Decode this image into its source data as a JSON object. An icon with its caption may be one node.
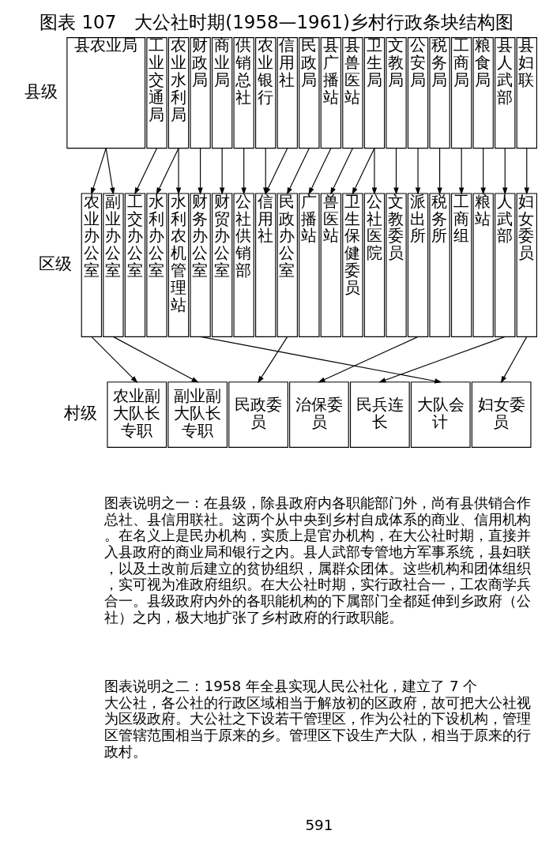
{
  "diagram": {
    "title": "图表 107　大公社时期(1958—1961)乡村行政条块结构图",
    "nodes": [
      {
        "text": [
          "县农业局"
        ]
      },
      {
        "text": [
          "工业交通局"
        ]
      },
      {
        "text": [
          "农业水利局"
        ]
      },
      {
        "text": [
          "财政局"
        ]
      },
      {
        "text": [
          "商业局"
        ]
      },
      {
        "text": [
          "供销总社"
        ]
      },
      {
        "text": [
          "农业银行"
        ]
      },
      {
        "text": [
          "信用社"
        ]
      },
      {
        "text": [
          "民政局"
        ]
      },
      {
        "text": [
          "县广播站"
        ]
      },
      {
        "text": [
          "县兽医站"
        ]
      },
      {
        "text": [
          "卫生局"
        ]
      },
      {
        "text": [
          "文教局"
        ]
      },
      {
        "text": [
          "公安局"
        ]
      },
      {
        "text": [
          "税务局"
        ]
      },
      {
        "text": [
          "工商局"
        ]
      },
      {
        "text": [
          "粮食局"
        ]
      },
      {
        "text": [
          "县人武部"
        ]
      },
      {
        "text": [
          "县妇联"
        ]
      },
      {
        "text": [
          "农业办公室"
        ]
      },
      {
        "text": [
          "副业办公室"
        ]
      },
      {
        "text": [
          "工交办公室"
        ]
      },
      {
        "text": [
          "水利办公室"
        ]
      },
      {
        "text": [
          "水利农机管理站"
        ]
      },
      {
        "text": [
          "财务办公室"
        ]
      },
      {
        "text": [
          "财贸办公室"
        ]
      },
      {
        "text": [
          "公社供销部"
        ]
      },
      {
        "text": [
          "信用社"
        ]
      },
      {
        "text": [
          "民政办公室"
        ]
      },
      {
        "text": [
          "广播站"
        ]
      },
      {
        "text": [
          "兽医站"
        ]
      },
      {
        "text": [
          "卫生保健委员"
        ]
      },
      {
        "text": [
          "公社医院"
        ]
      },
      {
        "text": [
          "文教委员"
        ]
      },
      {
        "text": [
          "派出所"
        ]
      },
      {
        "text": [
          "税务所"
        ]
      },
      {
        "text": [
          "工商组"
        ]
      },
      {
        "text": [
          "粮站"
        ]
      },
      {
        "text": [
          "人武部"
        ]
      },
      {
        "text": [
          "妇女委员"
        ]
      },
      {
        "text": [
          "农业副大队长专职"
        ]
      },
      {
        "text": [
          "副业副大队长专职"
        ]
      },
      {
        "text": [
          "民政委员"
        ]
      },
      {
        "text": [
          "治保委员"
        ]
      },
      {
        "text": [
          "民兵连长"
        ]
      },
      {
        "text": [
          "大队会计"
        ]
      },
      {
        "text": [
          "妇女委员"
        ]
      }
    ],
    "edges": [
      {
        "from": 0,
        "to": 19,
        "arrow": "to"
      },
      {
        "from": 0,
        "to": 20,
        "arrow": "to"
      },
      {
        "from": 1,
        "to": 21,
        "arrow": "to"
      },
      {
        "from": 2,
        "to": 22,
        "arrow": "to"
      },
      {
        "from": 2,
        "to": 23,
        "arrow": "to"
      },
      {
        "from": 3,
        "to": 24,
        "arrow": "to"
      },
      {
        "from": 4,
        "to": 25,
        "arrow": "to"
      },
      {
        "from": 5,
        "to": 26,
        "arrow": "to"
      },
      {
        "from": 6,
        "to": 27,
        "arrow": "to"
      },
      {
        "from": 7,
        "to": 27,
        "arrow": "to"
      },
      {
        "from": 8,
        "to": 28,
        "arrow": "to"
      },
      {
        "from": 9,
        "to": 29,
        "arrow": "to"
      },
      {
        "from": 10,
        "to": 30,
        "arrow": "to"
      },
      {
        "from": 11,
        "to": 31,
        "arrow": "to"
      },
      {
        "from": 11,
        "to": 32,
        "arrow": "to"
      },
      {
        "from": 12,
        "to": 33,
        "arrow": "to"
      },
      {
        "from": 13,
        "to": 34,
        "arrow": "to"
      },
      {
        "from": 14,
        "to": 35,
        "arrow": "to"
      },
      {
        "from": 15,
        "to": 36,
        "arrow": "to"
      },
      {
        "from": 16,
        "to": 37,
        "arrow": "to"
      },
      {
        "from": 17,
        "to": 38,
        "arrow": "to"
      },
      {
        "from": 18,
        "to": 39,
        "arrow": "to"
      },
      {
        "from": 19,
        "to": 40,
        "arrow": "to"
      },
      {
        "from": 20,
        "to": 41,
        "arrow": "to"
      },
      {
        "from": 24,
        "to": 45,
        "arrow": "to"
      },
      {
        "from": 28,
        "to": 42,
        "arrow": "to"
      },
      {
        "from": 34,
        "to": 43,
        "arrow": "to"
      },
      {
        "from": 38,
        "to": 44,
        "arrow": "to"
      },
      {
        "from": 39,
        "to": 46,
        "arrow": "to"
      }
    ],
    "labels": [
      "县级",
      "区级",
      "村级",
      "图表说明之一：在县级，除县政府内各职能部门外，尚有县供销合作总社、县信用联社。这两个从中央到乡村自成体系的商业、信用机构。在名义上是民办机构，实质上是官办机构，在大公社时期，直接并入县政府的商业局和银行之内。县人武部专管地方军事系统，县妇联，以及土改前后建立的贫协组织，属群众团体。这些机构和团体组织，实可视为准政府组织。在大公社时期，实行政社合一，工农商学兵合一。县级政府内外的各职能机构的下属部门全都延伸到乡政府（公社）之内，极大地扩张了乡村政府的行政职能。",
      "图表说明之二：1958 年全县实现人民公社化，建立了 7 个大公社，各公社的行政区域相当于解放初的区政府，故可把大公社视为区级政府。大公社之下设若干管理区，作为公社的下设机构，管理区管辖范围相当于原来的乡。管理区下设生产大队，相当于原来的行政村。",
      "591"
    ]
  }
}
